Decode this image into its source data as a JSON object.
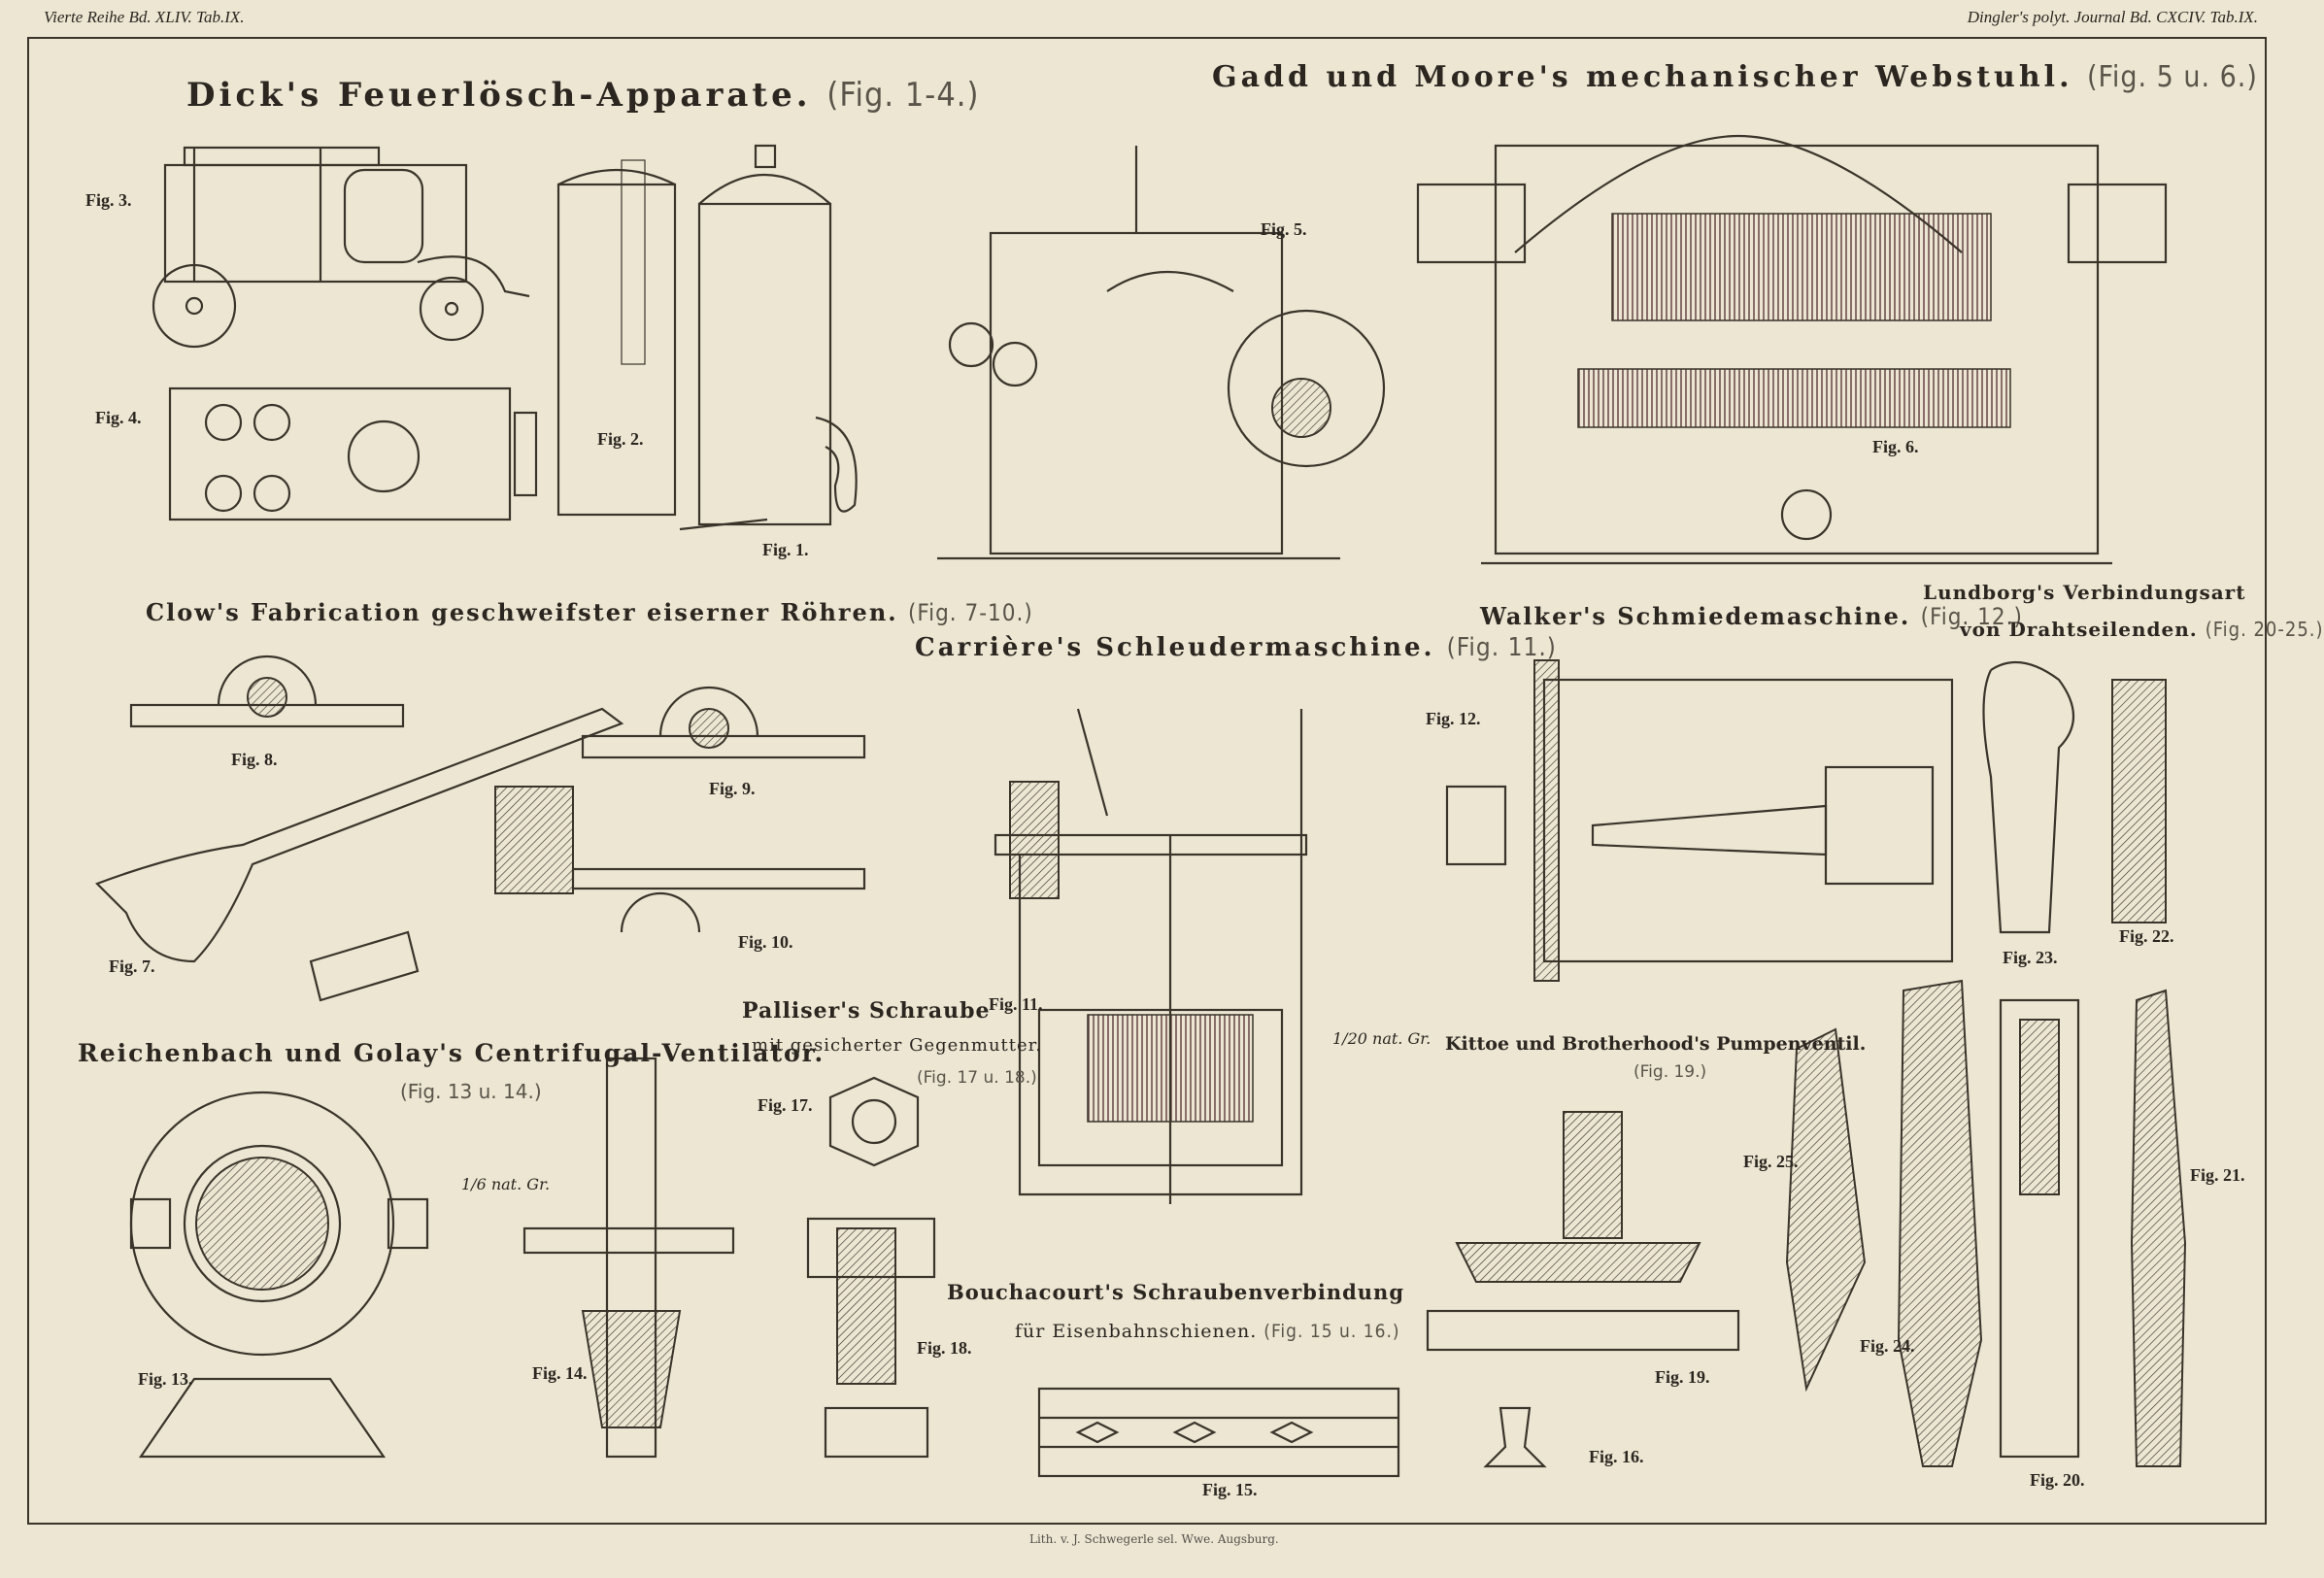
{
  "header": {
    "left": "Vierte Reihe Bd. XLIV. Tab.IX.",
    "right": "Dingler's polyt. Journal Bd. CXCIV. Tab.IX."
  },
  "titles": {
    "dick": "Dick's Feuerlösch-Apparate.",
    "dick_ref": "(Fig. 1-4.)",
    "gadd": "Gadd und Moore's mechanischer Webstuhl.",
    "gadd_ref": "(Fig. 5 u. 6.)",
    "clow": "Clow's Fabrication geschweifster eiserner Röhren.",
    "clow_ref": "(Fig. 7-10.)",
    "carriere": "Carrière's Schleudermaschine.",
    "carriere_ref": "(Fig. 11.)",
    "walker": "Walker's Schmiedemaschine.",
    "walker_ref": "(Fig. 12.)",
    "lundberg1": "Lundborg's Verbindungsart",
    "lundberg2": "von Drahtseilenden.",
    "lundberg_ref": "(Fig. 20-25.)",
    "reichenbach": "Reichenbach und Golay's Centrifugal-Ventilator.",
    "reichenbach_ref": "(Fig. 13 u. 14.)",
    "palliser1": "Palliser's Schraube",
    "palliser2": "mit gesicherter Gegenmutter.",
    "palliser_ref": "(Fig. 17 u. 18.)",
    "kittoe": "Kittoe und Brotherhood's Pumpenventil.",
    "kittoe_ref": "(Fig. 19.)",
    "bouchacourt1": "Bouchacourt's Schraubenverbindung",
    "bouchacourt2": "für Eisenbahnschienen.",
    "bouchacourt_ref": "(Fig. 15 u. 16.)"
  },
  "scales": {
    "s11": "1/20 nat. Gr.",
    "s13": "1/6 nat. Gr."
  },
  "figures": {
    "f1": "Fig. 1.",
    "f2": "Fig. 2.",
    "f3": "Fig. 3.",
    "f4": "Fig. 4.",
    "f5": "Fig. 5.",
    "f6": "Fig. 6.",
    "f7": "Fig. 7.",
    "f8": "Fig. 8.",
    "f9": "Fig. 9.",
    "f10": "Fig. 10.",
    "f11": "Fig. 11.",
    "f12": "Fig. 12.",
    "f13": "Fig. 13.",
    "f14": "Fig. 14.",
    "f15": "Fig. 15.",
    "f16": "Fig. 16.",
    "f17": "Fig. 17.",
    "f18": "Fig. 18.",
    "f19": "Fig. 19.",
    "f20": "Fig. 20.",
    "f21": "Fig. 21.",
    "f22": "Fig. 22.",
    "f23": "Fig. 23.",
    "f24": "Fig. 24.",
    "f25": "Fig. 25."
  },
  "footer": "Lith. v. J. Schwegerle sel. Wwe. Augsburg."
}
